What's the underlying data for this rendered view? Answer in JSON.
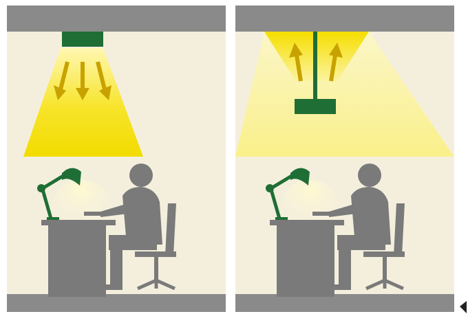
{
  "figure": {
    "panels": [
      {
        "id": "direct",
        "light_direction": "downward",
        "icon": "ceiling-light-icon"
      },
      {
        "id": "indirect",
        "light_direction": "upward",
        "icon": "pendant-uplight-icon"
      }
    ],
    "colors": {
      "background": "#f4efdd",
      "frame": "#8a8a8a",
      "fixture": "#1f6e35",
      "beam": "#f7e000",
      "arrow": "#c8a200",
      "figure": "#7a7a7a"
    }
  }
}
